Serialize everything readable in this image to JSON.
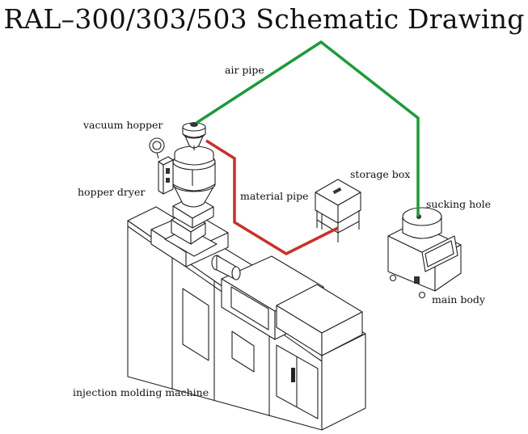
{
  "title": "RAL–300/303/503 Schematic Drawing",
  "labels": {
    "air_pipe": "air pipe",
    "vacuum_hopper": "vacuum hopper",
    "hopper_dryer": "hopper dryer",
    "material_pipe": "material pipe",
    "storage_box": "storage box",
    "sucking_hole": "sucking hole",
    "main_body": "main body",
    "injection_molding_machine": "injection molding machine"
  },
  "colors": {
    "air_pipe": "#1e9a3a",
    "material_pipe": "#c8312a",
    "outline": "#222222"
  }
}
